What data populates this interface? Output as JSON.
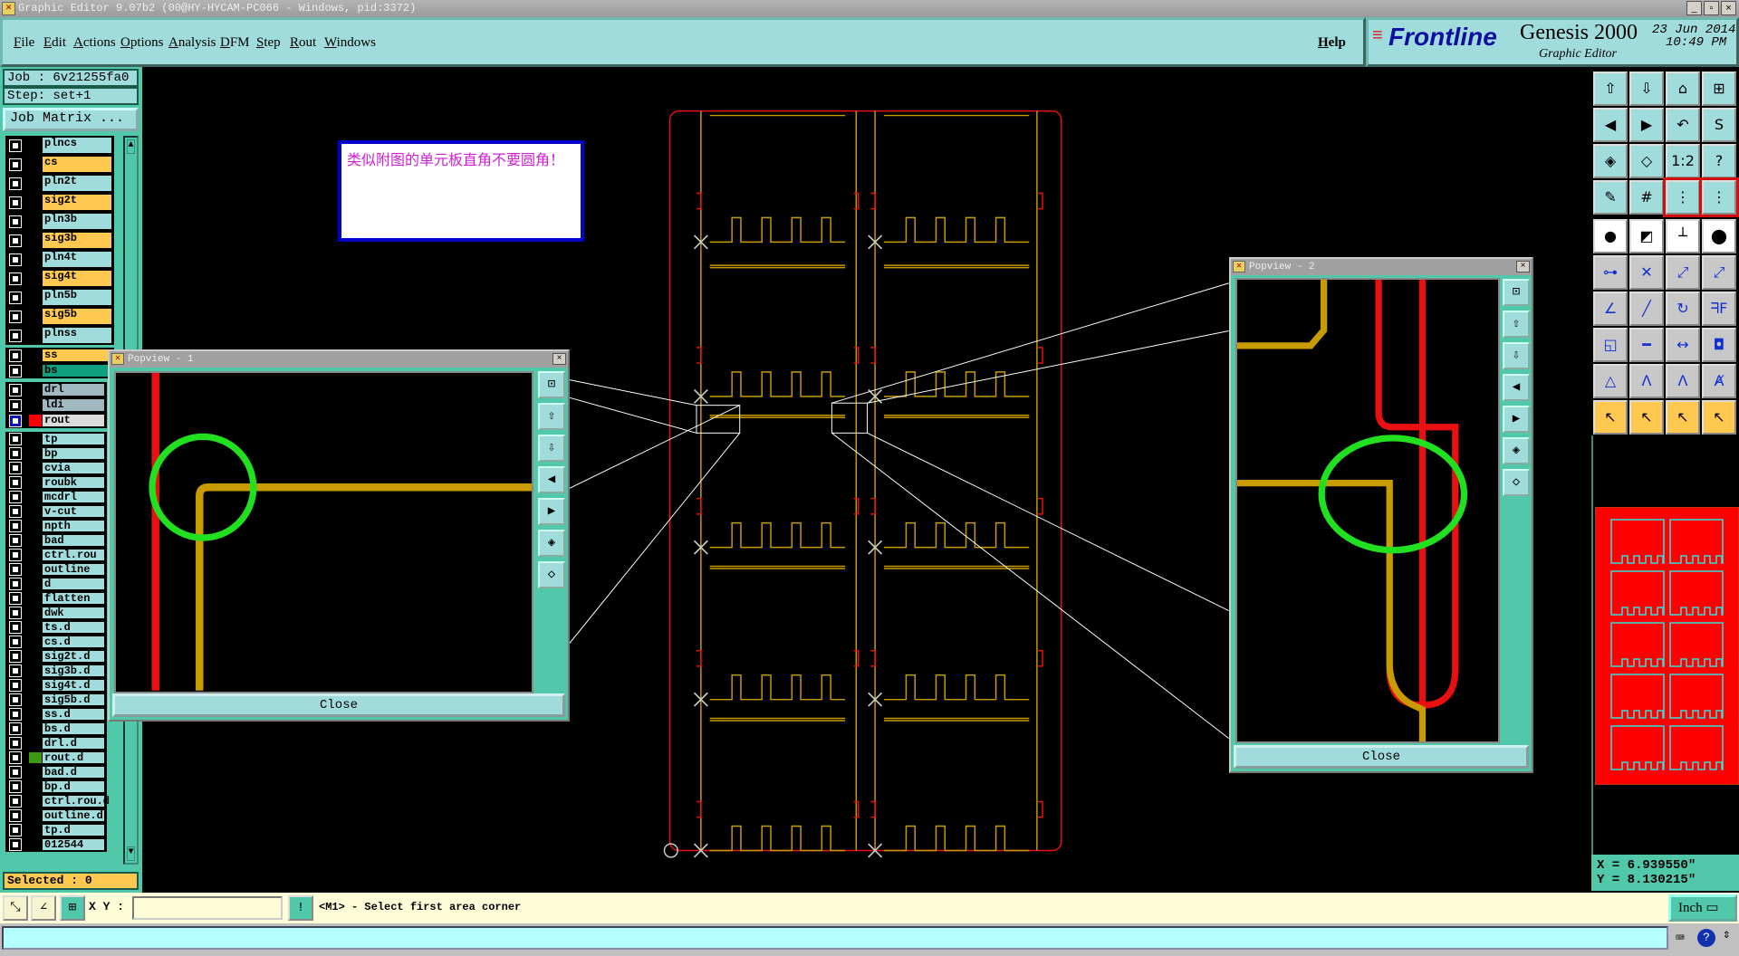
{
  "window": {
    "title": "Graphic Editor 9.07b2 (00@HY-HYCAM-PC066 - Windows, pid:3372)",
    "minimize": "_",
    "maximize": "▫",
    "close": "×"
  },
  "menu": {
    "items": [
      "File",
      "Edit",
      "Actions",
      "Options",
      "Analysis",
      "DFM",
      "Step",
      "Rout",
      "Windows"
    ],
    "help": "Help"
  },
  "brand": {
    "logo": "Frontline",
    "product": "Genesis 2000",
    "subtitle": "Graphic Editor",
    "date": "23 Jun 2014",
    "time": "10:49 PM"
  },
  "job": {
    "job_label": "Job : 6v21255fa0",
    "step_label": "Step: set+1",
    "matrix_button": "Job Matrix ..."
  },
  "layers": [
    {
      "name": "plncs",
      "color": "#a0dcdc"
    },
    {
      "name": "cs",
      "color": "#ffc850"
    },
    {
      "name": "pln2t",
      "color": "#a0dcdc"
    },
    {
      "name": "sig2t",
      "color": "#ffc850"
    },
    {
      "name": "pln3b",
      "color": "#a0dcdc"
    },
    {
      "name": "sig3b",
      "color": "#ffc850"
    },
    {
      "name": "pln4t",
      "color": "#a0dcdc"
    },
    {
      "name": "sig4t",
      "color": "#ffc850"
    },
    {
      "name": "pln5b",
      "color": "#a0dcdc"
    },
    {
      "name": "sig5b",
      "color": "#ffc850"
    },
    {
      "name": "plnss",
      "color": "#a0dcdc"
    },
    {
      "name": "ss",
      "color": "#ffc850"
    },
    {
      "name": "bs",
      "color": "#10a080"
    },
    {
      "name": "drl",
      "color": "#a0b8c0"
    },
    {
      "name": "ldi",
      "color": "#a0b8c0"
    },
    {
      "name": "rout",
      "color": "#dcdcdc",
      "swatch": "#ff0000",
      "active": true
    },
    {
      "name": "tp",
      "color": "#a0dcdc"
    },
    {
      "name": "bp",
      "color": "#a0dcdc"
    },
    {
      "name": "cvia",
      "color": "#a0dcdc"
    },
    {
      "name": "roubk",
      "color": "#a0dcdc"
    },
    {
      "name": "mcdrl",
      "color": "#a0dcdc"
    },
    {
      "name": "v-cut",
      "color": "#a0dcdc"
    },
    {
      "name": "npth",
      "color": "#a0dcdc"
    },
    {
      "name": "bad",
      "color": "#a0dcdc"
    },
    {
      "name": "ctrl.rou",
      "color": "#a0dcdc"
    },
    {
      "name": "outline",
      "color": "#a0dcdc"
    },
    {
      "name": "d",
      "color": "#a0dcdc"
    },
    {
      "name": "flatten",
      "color": "#a0dcdc"
    },
    {
      "name": "dwk",
      "color": "#a0dcdc"
    },
    {
      "name": "ts.d",
      "color": "#a0dcdc"
    },
    {
      "name": "cs.d",
      "color": "#a0dcdc"
    },
    {
      "name": "sig2t.d",
      "color": "#a0dcdc"
    },
    {
      "name": "sig3b.d",
      "color": "#a0dcdc"
    },
    {
      "name": "sig4t.d",
      "color": "#a0dcdc"
    },
    {
      "name": "sig5b.d",
      "color": "#a0dcdc"
    },
    {
      "name": "ss.d",
      "color": "#a0dcdc"
    },
    {
      "name": "bs.d",
      "color": "#a0dcdc"
    },
    {
      "name": "drl.d",
      "color": "#a0dcdc"
    },
    {
      "name": "rout.d",
      "color": "#a0dcdc",
      "swatch": "#3a9a10"
    },
    {
      "name": "bad.d",
      "color": "#a0dcdc"
    },
    {
      "name": "bp.d",
      "color": "#a0dcdc"
    },
    {
      "name": "ctrl.rou.d",
      "color": "#a0dcdc"
    },
    {
      "name": "outline.d",
      "color": "#a0dcdc"
    },
    {
      "name": "tp.d",
      "color": "#a0dcdc"
    },
    {
      "name": "012544",
      "color": "#a0dcdc"
    }
  ],
  "selected": "Selected : 0",
  "note": "类似附图的单元板直角不要圆角！",
  "popview1": {
    "title": "Popview - 1",
    "close": "Close"
  },
  "popview2": {
    "title": "Popview - 2",
    "close": "Close"
  },
  "coords": {
    "x": "X = 6.939550\"",
    "y": "Y = 8.130215\""
  },
  "bottom": {
    "xy_label": "X Y :",
    "xy_value": "",
    "prompt": "<M1> - Select first area corner",
    "units": "Inch"
  },
  "tools": [
    {
      "name": "layer-up-icon",
      "g": "⇧"
    },
    {
      "name": "layer-down-icon",
      "g": "⇩"
    },
    {
      "name": "home-icon",
      "g": "⌂"
    },
    {
      "name": "grid-xy-icon",
      "g": "⊞"
    },
    {
      "name": "pan-left-icon",
      "g": "◀"
    },
    {
      "name": "pan-right-icon",
      "g": "▶"
    },
    {
      "name": "undo-zoom-icon",
      "g": "↶"
    },
    {
      "name": "route-icon",
      "g": "S"
    },
    {
      "name": "zoom-fit-icon",
      "g": "◈"
    },
    {
      "name": "zoom-center-icon",
      "g": "◇"
    },
    {
      "name": "scale-icon",
      "g": "1:2"
    },
    {
      "name": "help-icon",
      "g": "?"
    },
    {
      "name": "tools-palette-icon",
      "g": "✎"
    },
    {
      "name": "grid-icon",
      "g": "#"
    },
    {
      "name": "net-red-icon",
      "g": "⋮"
    },
    {
      "name": "net-black-icon",
      "g": "⋮"
    },
    {
      "name": "add-pad-icon",
      "g": "●"
    },
    {
      "name": "snap-icon",
      "g": "◩"
    },
    {
      "name": "ruler-icon",
      "g": "┴"
    },
    {
      "name": "pad-outline-icon",
      "g": "⬤"
    },
    {
      "name": "connect-icon",
      "g": "⊶"
    },
    {
      "name": "delete-node-icon",
      "g": "✕"
    },
    {
      "name": "move-pad-icon",
      "g": "⤢"
    },
    {
      "name": "move-pad2-icon",
      "g": "⤢"
    },
    {
      "name": "angle-icon",
      "g": "∠"
    },
    {
      "name": "line-icon",
      "g": "╱"
    },
    {
      "name": "rotate-icon",
      "g": "↻"
    },
    {
      "name": "mirror-icon",
      "g": "ᖷF"
    },
    {
      "name": "move-square-icon",
      "g": "◱"
    },
    {
      "name": "line-split-icon",
      "g": "━"
    },
    {
      "name": "stretch-icon",
      "g": "↔"
    },
    {
      "name": "merge-icon",
      "g": "◘"
    },
    {
      "name": "triangle-icon",
      "g": "△"
    },
    {
      "name": "arc-icon",
      "g": "Λ"
    },
    {
      "name": "arc2-icon",
      "g": "Ʌ"
    },
    {
      "name": "arc3-icon",
      "g": "Ⱥ"
    },
    {
      "name": "select-icon",
      "g": "↖"
    },
    {
      "name": "select-box-icon",
      "g": "↖"
    },
    {
      "name": "select-poly-icon",
      "g": "↖"
    },
    {
      "name": "select-net-icon",
      "g": "↖"
    }
  ],
  "colors": {
    "menu_bg": "#a0dcdc",
    "panel": "#52c8aa",
    "trace_yellow": "#c89c00",
    "rout_red": "#e81010",
    "highlight_green": "#20e020"
  }
}
